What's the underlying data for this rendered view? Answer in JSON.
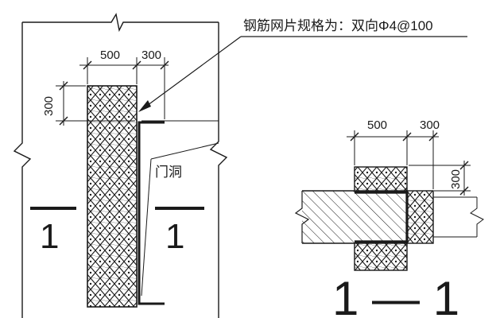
{
  "annotation": {
    "mesh_spec": "钢筋网片规格为：双向Φ4@100"
  },
  "elevation": {
    "dim_width": "500",
    "dim_overlap": "300",
    "dim_height": "300",
    "door_label": "门洞",
    "cut_left": "1",
    "cut_right": "1"
  },
  "section": {
    "dim_width": "500",
    "dim_overlap": "300",
    "dim_height": "300",
    "title": "1 — 1"
  },
  "colors": {
    "line": "#1a1a1a",
    "background": "#ffffff"
  }
}
